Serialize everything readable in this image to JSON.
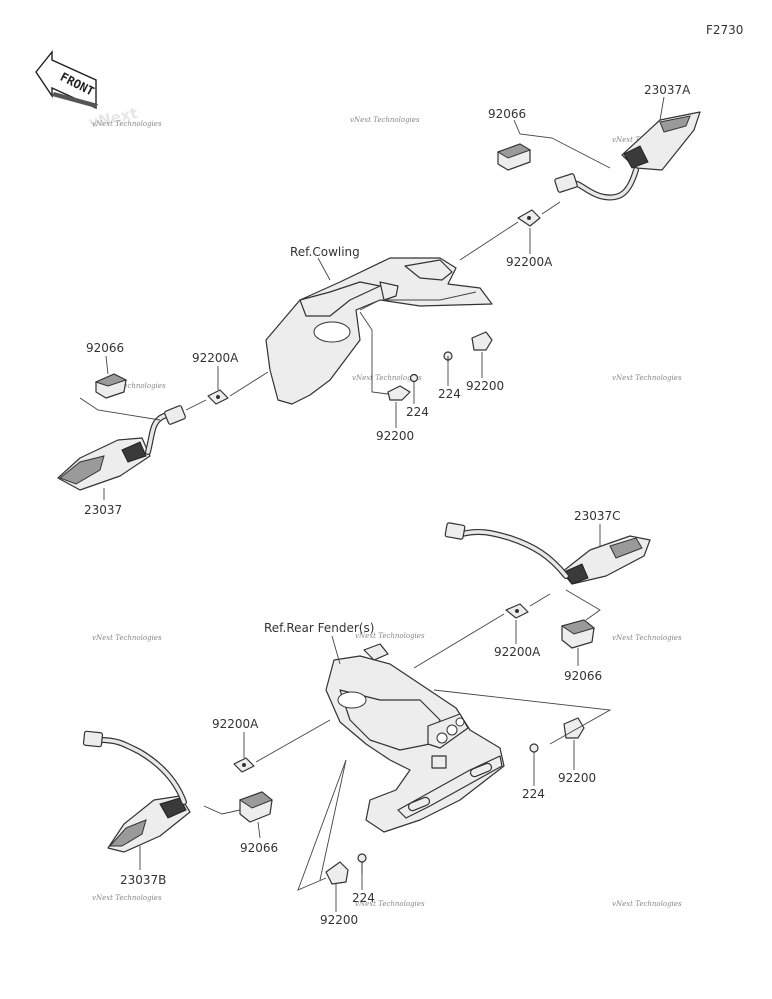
{
  "diagram_code": "F2730",
  "front_label": "FRONT",
  "watermark": "vNext Technologies",
  "references": {
    "cowling": "Ref.Cowling",
    "rear_fender": "Ref.Rear Fender(s)"
  },
  "labels": {
    "p23037A": "23037A",
    "p92066_top": "92066",
    "p92200A_top_right": "92200A",
    "p92066_left": "92066",
    "p92200A_left": "92200A",
    "p224_top_a": "224",
    "p224_top_b": "224",
    "p92200_top_a": "92200",
    "p92200_top_b": "92200",
    "p23037": "23037",
    "p23037C": "23037C",
    "p92200A_mid_right": "92200A",
    "p92066_right": "92066",
    "p92200A_bottom_left": "92200A",
    "p224_bottom_right": "224",
    "p92200_bottom_right": "92200",
    "p92066_bottom": "92066",
    "p23037B": "23037B",
    "p224_bottom": "224",
    "p92200_bottom": "92200"
  }
}
